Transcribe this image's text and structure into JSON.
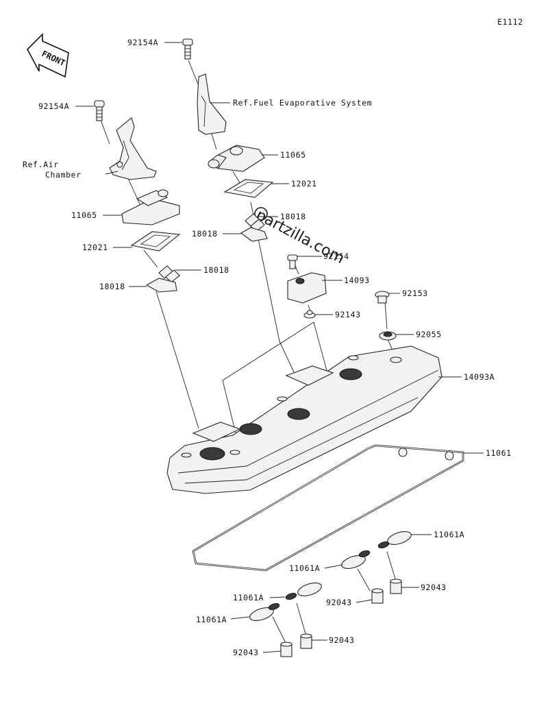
{
  "diagram_code": "E1112",
  "front_label": "FRONT",
  "watermark": "partzilla.com",
  "callouts": {
    "bolt_a_top": "92154A",
    "bolt_a_left": "92154A",
    "ref_fuel": "Ref.Fuel Evaporative System",
    "ref_air_1": "Ref.Air",
    "ref_air_2": "Chamber",
    "valve_right": "11065",
    "valve_left": "11065",
    "gasket_right": "12021",
    "gasket_left": "12021",
    "reed_right_a": "18018",
    "reed_right_b": "18018",
    "reed_left_a": "18018",
    "reed_left_b": "18018",
    "bolt_92154": "92154",
    "cap_14093": "14093",
    "washer_92143": "92143",
    "bolt_92153": "92153",
    "grommet_92055": "92055",
    "cover_14093A": "14093A",
    "gasket_11061": "11061",
    "oring_right_a": "11061A",
    "oring_right_b": "11061A",
    "oring_left_a": "11061A",
    "oring_left_b": "11061A",
    "pipe_right_a": "92043",
    "pipe_right_b": "92043",
    "pipe_left_a": "92043",
    "pipe_left_b": "92043"
  }
}
